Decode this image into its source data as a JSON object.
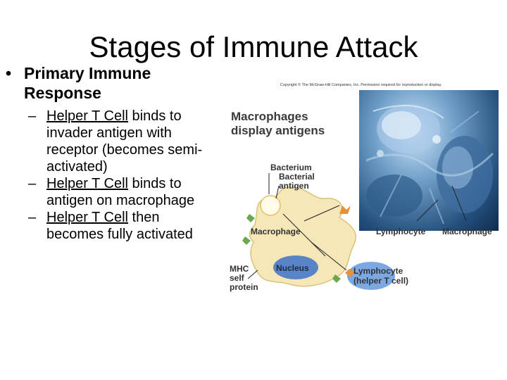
{
  "slide": {
    "title": "Stages of Immune Attack",
    "bullet": {
      "symbol": "•",
      "text": "Primary Immune Response"
    },
    "sub_bullets": [
      {
        "dash": "–",
        "underlined": "Helper T Cell",
        "rest": " binds to invader antigen with receptor (becomes semi-activated)"
      },
      {
        "dash": "–",
        "underlined": "Helper T Cell",
        "rest": " binds to antigen on macrophage"
      },
      {
        "dash": "–",
        "underlined": "Helper T Cell",
        "rest": " then becomes fully activated"
      }
    ]
  },
  "figure": {
    "copyright": "Copyright © The McGraw-Hill Companies, Inc. Permission required for reproduction or display.",
    "heading_line1": "Macrophages",
    "heading_line2": "display antigens",
    "bacterium": "Bacterium",
    "bacterial_antigen_line1": "Bacterial",
    "bacterial_antigen_line2": "antigen",
    "macrophage": "Macrophage",
    "nucleus": "Nucleus",
    "mhc_line1": "MHC",
    "mhc_line2": "self",
    "mhc_line3": "protein",
    "lymphocyte_line1": "Lymphocyte",
    "lymphocyte_line2": "(helper T cell)",
    "micro_lymphocyte": "Lymphocyte",
    "micro_macrophage": "Macrophage",
    "colors": {
      "cell_fill": "#f6e7b8",
      "nucleus_fill": "#5a84c8",
      "lymphocyte_fill": "#7da7e0",
      "antigen_green": "#6aa84f",
      "antigen_orange": "#e69138"
    }
  }
}
